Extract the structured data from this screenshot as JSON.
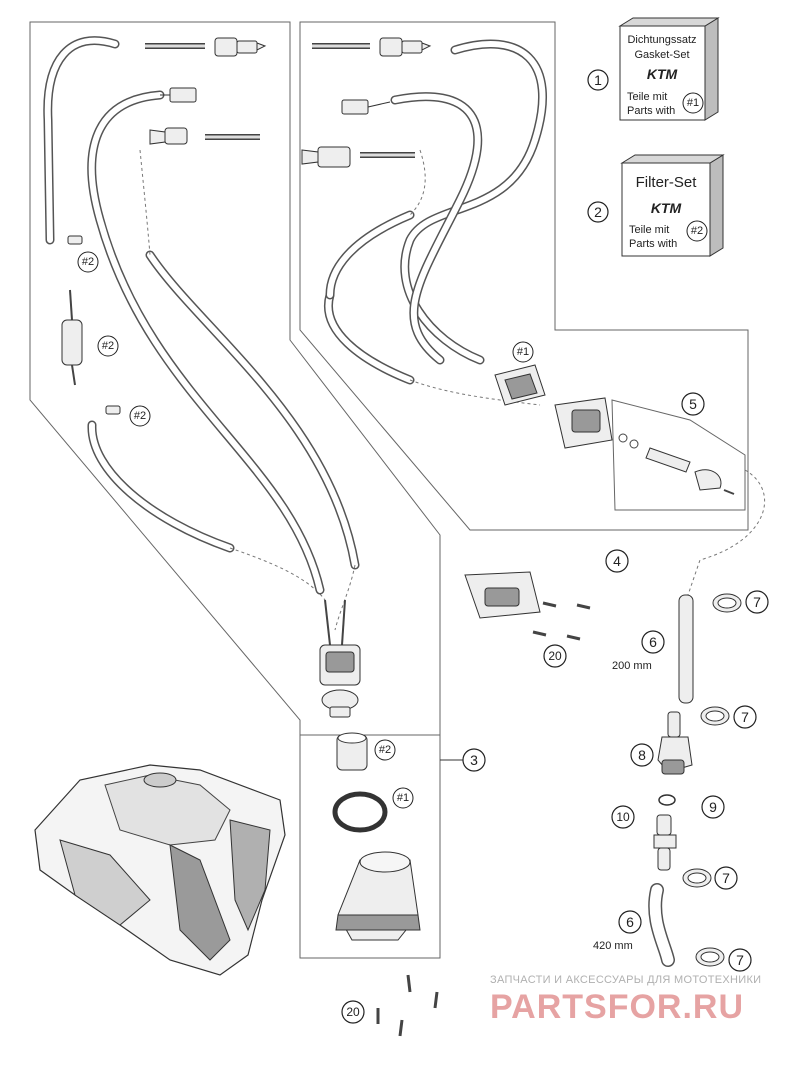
{
  "kits": {
    "gasket": {
      "line1": "Dichtungssatz",
      "line2": "Gasket-Set",
      "brand": "KTM",
      "parts_de": "Teile mit",
      "parts_en": "Parts with",
      "ref": "#1",
      "number": "1"
    },
    "filter": {
      "title": "Filter-Set",
      "brand": "KTM",
      "parts_de": "Teile mit",
      "parts_en": "Parts with",
      "ref": "#2",
      "number": "2"
    }
  },
  "callouts": {
    "c3": "3",
    "c4": "4",
    "c5": "5",
    "c6a": "6",
    "c6b": "6",
    "c7a": "7",
    "c7b": "7",
    "c7c": "7",
    "c7d": "7",
    "c8": "8",
    "c9": "9",
    "c10": "10",
    "c20a": "20",
    "c20b": "20"
  },
  "refs": {
    "r2a": "#2",
    "r2b": "#2",
    "r2c": "#2",
    "r1a": "#1",
    "r2d": "#2",
    "r1b": "#1"
  },
  "dimensions": {
    "hose_short": "200 mm",
    "hose_long": "420 mm"
  },
  "watermark": {
    "tagline": "ЗАПЧАСТИ И АКСЕССУАРЫ ДЛЯ МОТОТЕХНИКИ",
    "brand": "PARTSFOR.RU"
  }
}
